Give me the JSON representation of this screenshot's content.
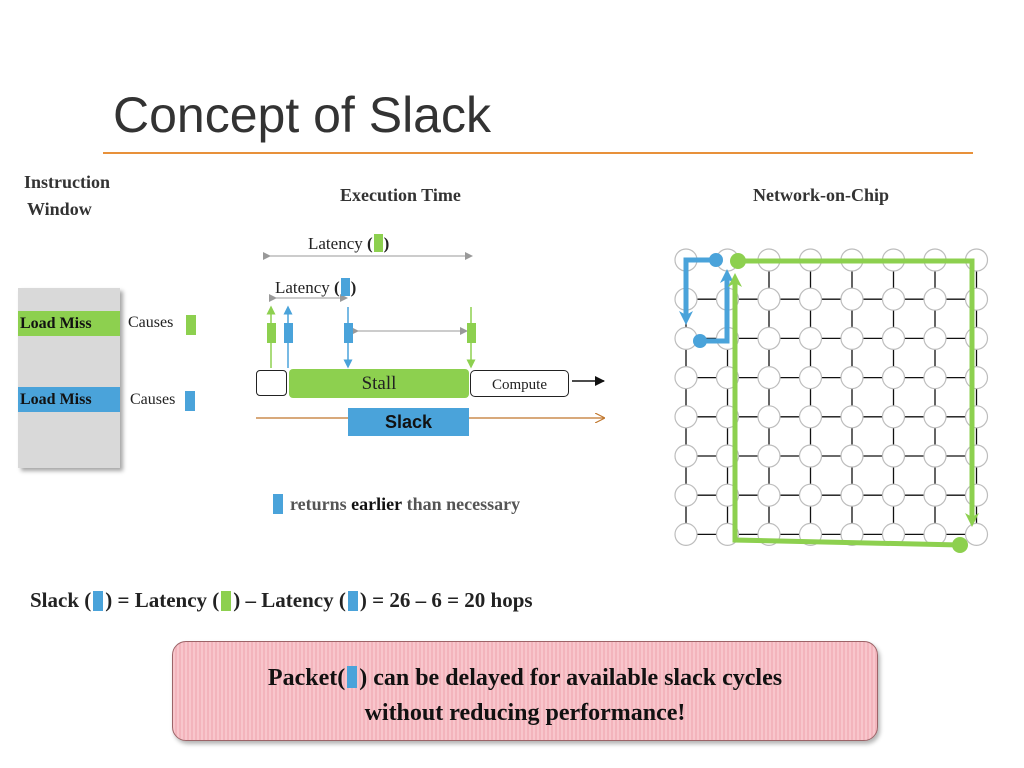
{
  "slide": {
    "title": "Concept of Slack"
  },
  "instruction_window": {
    "heading_line1": "Instruction",
    "heading_line2": "Window",
    "entries": [
      {
        "label": "Load Miss",
        "causes": "Causes",
        "color": "#8dd04f"
      },
      {
        "label": "Load Miss",
        "causes": "Causes",
        "color": "#4aa3da"
      }
    ]
  },
  "execution_time": {
    "heading": "Execution Time",
    "latency_green": "Latency",
    "latency_blue": "Latency",
    "stall_label": "Stall",
    "compute_label": "Compute",
    "slack_label": "Slack",
    "note_part1": "returns",
    "note_emph": "earlier",
    "note_part2": "than necessary"
  },
  "noc": {
    "heading": "Network-on-Chip",
    "grid_cols": 8,
    "grid_rows": 8
  },
  "equation": {
    "slack": "Slack (",
    "eq1": ") = Latency (",
    "minus": ") – Latency (",
    "result": ") = 26 – 6 = 20 hops"
  },
  "callout": {
    "line1_pre": "Packet(",
    "line1_post": ") can be delayed for available slack cycles",
    "line2": "without reducing performance!"
  },
  "colors": {
    "green": "#8dd04f",
    "blue": "#4aa3da",
    "title_rule": "#e8913a",
    "timeline": "#c0762c"
  }
}
